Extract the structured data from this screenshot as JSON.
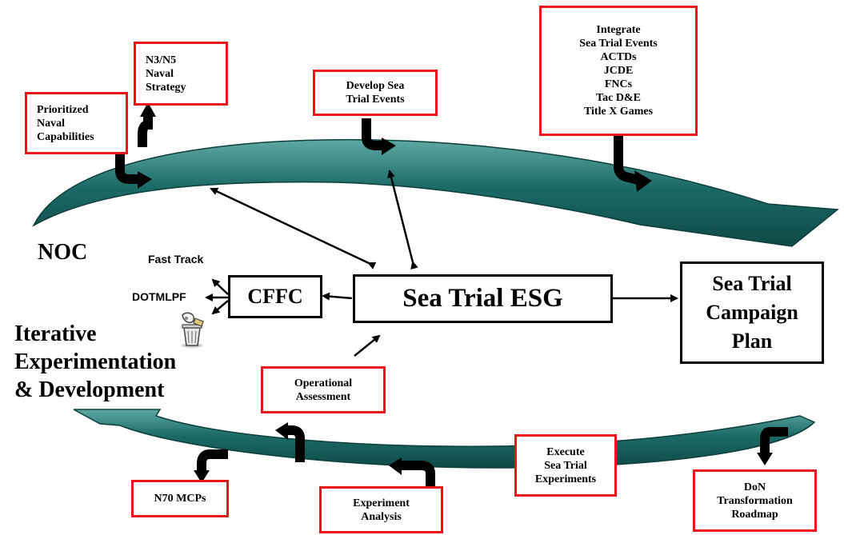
{
  "colors": {
    "ring": "#1b6a66",
    "ring_light": "#8fcfc9",
    "red_border": "#e8151b",
    "black": "#000000"
  },
  "noc_label": "NOC",
  "iterative_label": "Iterative\nExperimentation\n& Development",
  "center_box": "Sea Trial ESG",
  "cffc_box": "CFFC",
  "campaign_box": "Sea Trial\nCampaign\nPlan",
  "fast_track_label": "Fast Track",
  "dotmlpf_label": "DOTMLPF",
  "trash_icon": "trash-can-icon",
  "red_boxes": {
    "prioritized": "Prioritized\nNaval\nCapabilities",
    "n3n5": "N3/N5\nNaval\nStrategy",
    "develop": "Develop Sea\nTrial Events",
    "integrate": "Integrate\nSea Trial Events\nACTDs\nJCDE\nFNCs\nTac D&E\nTitle X Games",
    "operational": "Operational\nAssessment",
    "execute": "Execute\nSea Trial\nExperiments",
    "n70": "N70 MCPs",
    "analysis": "Experiment\nAnalysis",
    "don": "DoN\nTransformation\nRoadmap"
  }
}
